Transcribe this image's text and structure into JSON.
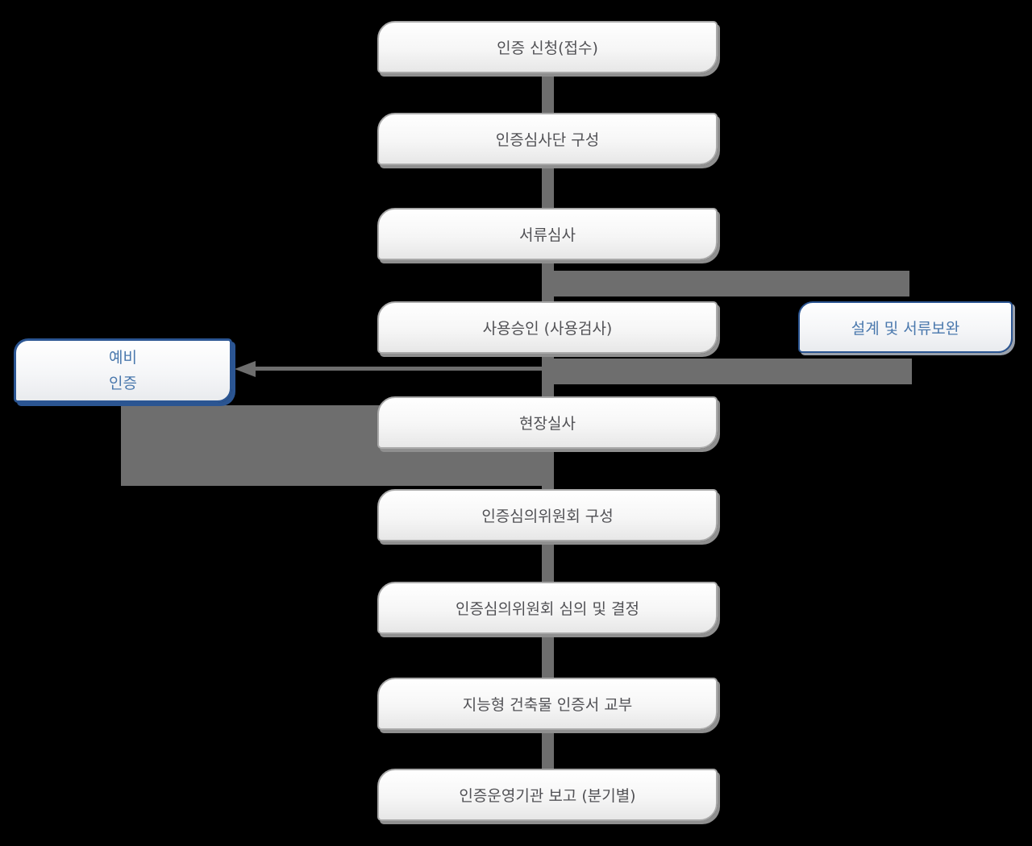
{
  "flow": {
    "steps": [
      "인증 신청(접수)",
      "인증심사단 구성",
      "서류심사",
      "사용승인 (사용검사)",
      "현장실사",
      "인증심의위원회 구성",
      "인증심의위원회 심의 및 결정",
      "지능형 건축물 인증서 교부",
      "인증운영기관 보고 (분기별)"
    ]
  },
  "side_nodes": {
    "preliminary": {
      "line1": "예비",
      "line2": "인증"
    },
    "supplement": {
      "label": "설계 및 서류보완"
    }
  },
  "colors": {
    "background": "#000000",
    "node_border": "#a9a9a9",
    "node_text": "#515155",
    "accent_blue_border": "#2b5592",
    "accent_blue_text": "#4a78ad",
    "connector_gray": "#6e6e6e"
  }
}
